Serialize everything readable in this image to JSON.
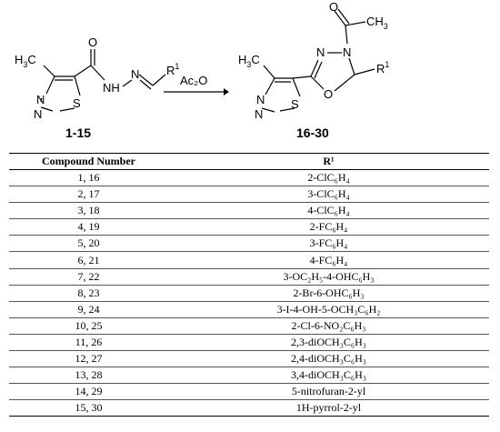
{
  "scheme": {
    "reagent": "Ac₂O",
    "reactant_label": "1-15",
    "product_label": "16-30",
    "atoms": {
      "methyl": "H3C",
      "n": "N",
      "s": "S",
      "o": "O",
      "nh": "NH",
      "r1": "R1",
      "ch3": "CH3"
    }
  },
  "table": {
    "headers": [
      "Compound Number",
      "R¹"
    ],
    "rows": [
      {
        "compound": "1, 16",
        "r1": "2-ClC₆H₄"
      },
      {
        "compound": "2, 17",
        "r1": "3-ClC₆H₄"
      },
      {
        "compound": "3, 18",
        "r1": "4-ClC₆H₄"
      },
      {
        "compound": "4, 19",
        "r1": "2-FC₆H₄"
      },
      {
        "compound": "5, 20",
        "r1": "3-FC₆H₄"
      },
      {
        "compound": "6, 21",
        "r1": "4-FC₆H₄"
      },
      {
        "compound": "7, 22",
        "r1": "3-OC₂H₅-4-OHC₆H₃"
      },
      {
        "compound": "8, 23",
        "r1": "2-Br-6-OHC₆H₃"
      },
      {
        "compound": "9, 24",
        "r1": "3-I-4-OH-5-OCH₃C₆H₂"
      },
      {
        "compound": "10, 25",
        "r1": "2-Cl-6-NO₂C₆H₃"
      },
      {
        "compound": "11, 26",
        "r1": "2,3-diOCH₃C₆H₃"
      },
      {
        "compound": "12, 27",
        "r1": "2,4-diOCH₃C₆H₃"
      },
      {
        "compound": "13, 28",
        "r1": "3,4-diOCH₃C₆H₃"
      },
      {
        "compound": "14, 29",
        "r1": "5-nitrofuran-2-yl"
      },
      {
        "compound": "15, 30",
        "r1": "1H-pyrrol-2-yl"
      }
    ]
  }
}
